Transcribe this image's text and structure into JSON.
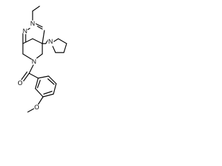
{
  "atoms": {
    "pyrimidine_n_top": "N",
    "pyrimidine_n_bottom": "N",
    "pyrrolidine_n": "N",
    "ring_n": "N",
    "carbonyl_o": "O",
    "methoxy_o": "O"
  },
  "colors": {
    "ink": "#000000",
    "background": "#ffffff"
  }
}
